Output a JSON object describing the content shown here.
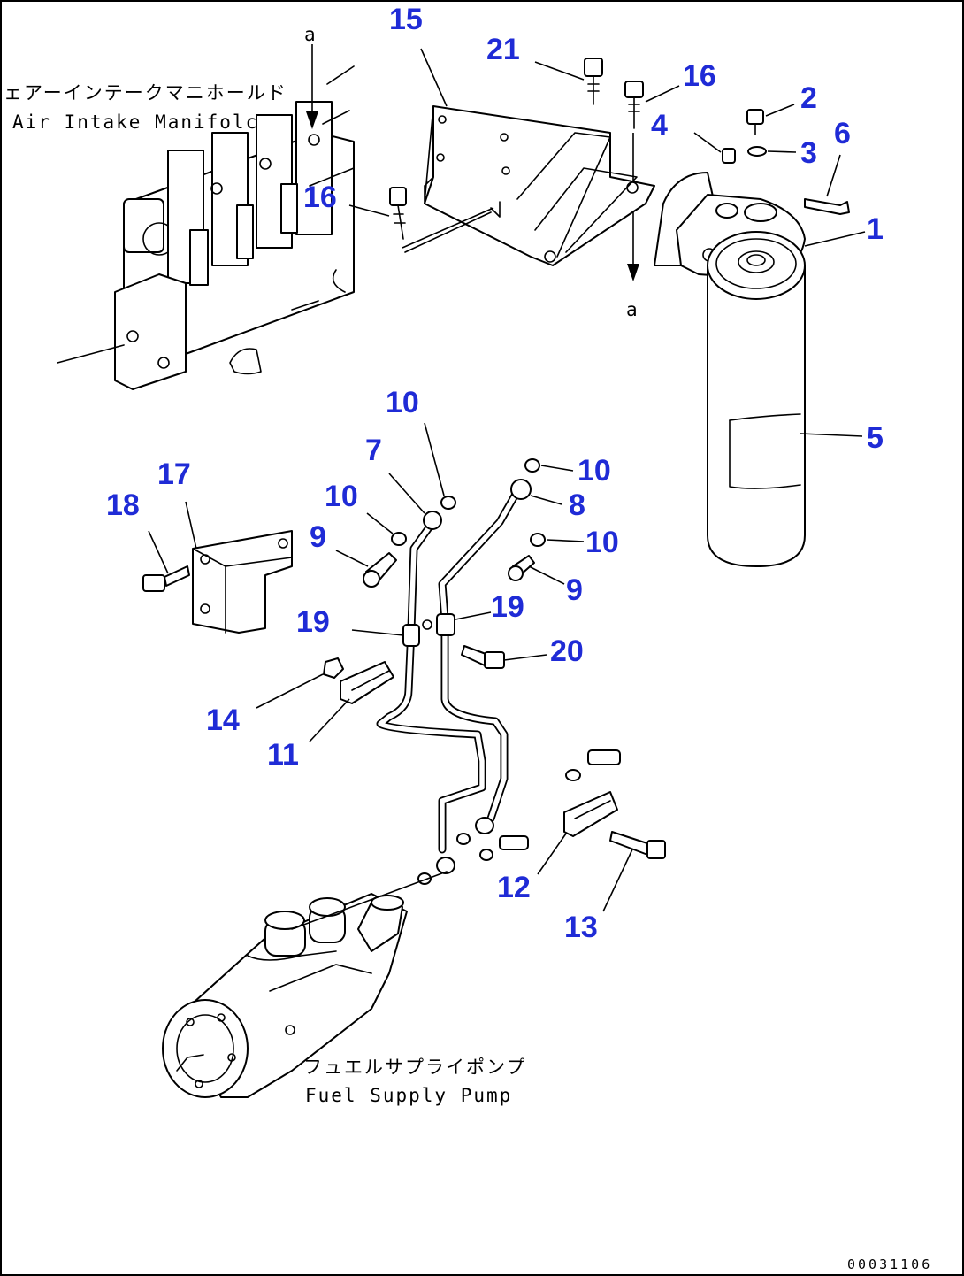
{
  "labels": {
    "air_intake_jp": "ェアーインテークマニホールド",
    "air_intake_en": "Air Intake Manifolc",
    "fuel_pump_jp": "フュエルサプライポンプ",
    "fuel_pump_en": "Fuel Supply Pump",
    "ref_mark_top": "a",
    "ref_mark_bottom": "a",
    "drawing_code": "00031106"
  },
  "callouts": {
    "n1": "1",
    "n2": "2",
    "n3": "3",
    "n4": "4",
    "n5": "5",
    "n6": "6",
    "n7": "7",
    "n8": "8",
    "n9a": "9",
    "n9b": "9",
    "n10a": "10",
    "n10b": "10",
    "n10c": "10",
    "n10d": "10",
    "n11": "11",
    "n12": "12",
    "n13": "13",
    "n14": "14",
    "n15": "15",
    "n16a": "16",
    "n16b": "16",
    "n17": "17",
    "n18": "18",
    "n19a": "19",
    "n19b": "19",
    "n20": "20",
    "n21": "21"
  },
  "colors": {
    "callout": "#1f2bd6",
    "line": "#000000",
    "background": "#ffffff"
  }
}
